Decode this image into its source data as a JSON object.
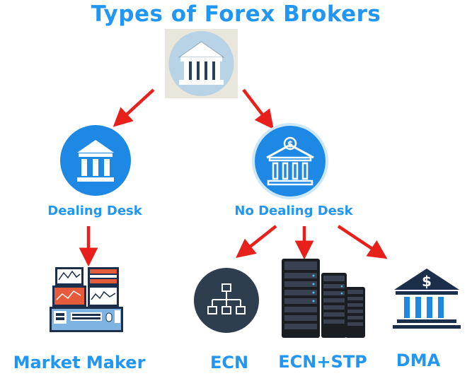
{
  "title": "Types of Forex Brokers",
  "nodes": {
    "dealing_desk": "Dealing Desk",
    "no_dealing_desk": "No Dealing Desk",
    "market_maker": "Market Maker",
    "ecn": "ECN",
    "ecn_stp": "ECN+STP",
    "dma": "DMA"
  },
  "icons": {
    "root": "bank-icon",
    "dealing_desk": "bank-icon",
    "no_dealing_desk": "bank-dollar-icon",
    "market_maker": "trading-desk-icon",
    "ecn": "network-icon",
    "ecn_stp": "server-rack-icon",
    "dma": "bank-dollar-icon"
  },
  "colors": {
    "accent": "#2196f3",
    "arrow": "#e8201c",
    "dark": "#1c2f4a",
    "circle_blue": "#1e88e5"
  }
}
